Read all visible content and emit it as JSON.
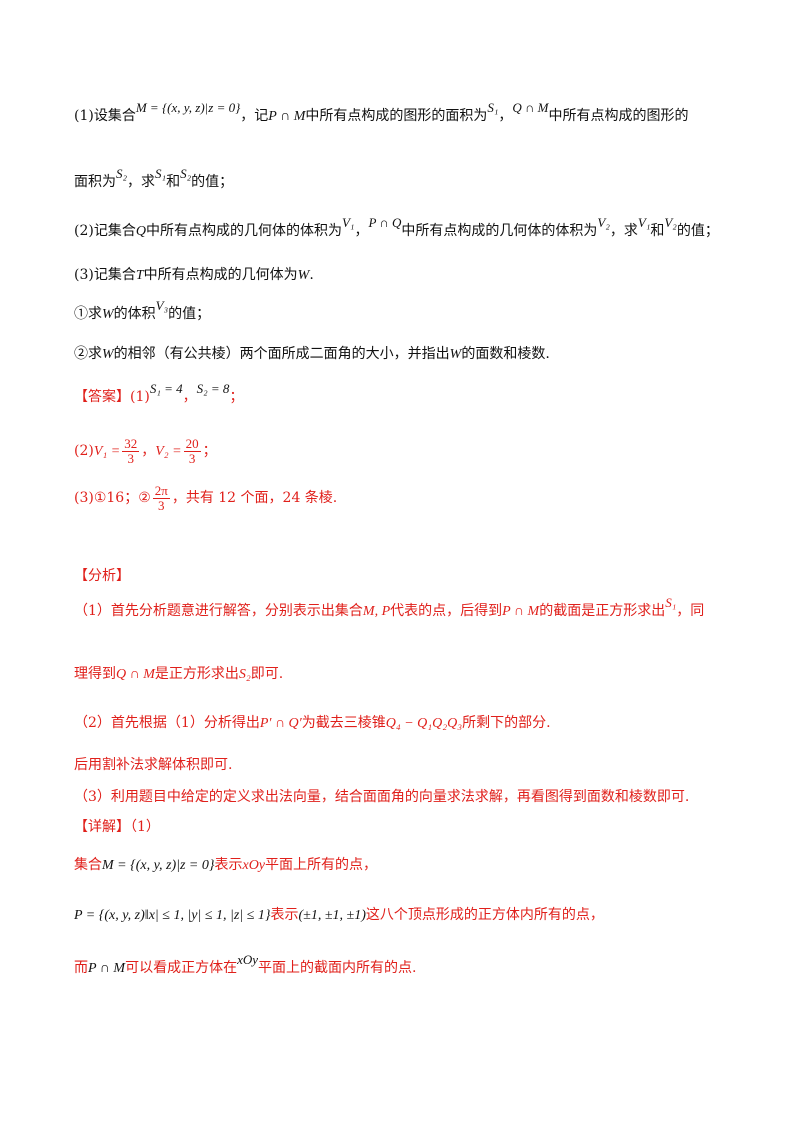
{
  "paper": {
    "q1_line1": {
      "a": "(1)设集合",
      "set_M": "M = {(x, y, z)|z = 0}",
      "b": "，记",
      "PcapM": "P ∩ M",
      "c": "中所有点构成的图形的面积为",
      "S1": "S₁",
      "d": "，",
      "QcapM": "Q ∩ M",
      "e": "中所有点构成的图形的"
    },
    "q1_line2": {
      "a": "面积为",
      "S2": "S₂",
      "b": "，求",
      "S1": "S₁",
      "c": "和",
      "S2b": "S₂",
      "d": "的值；"
    },
    "q2_line": {
      "a": "(2)记集合",
      "Q": "Q",
      "b": "中所有点构成的几何体的体积为",
      "V1": "V₁",
      "c": "，",
      "PcapQ": "P ∩ Q",
      "d": "中所有点构成的几何体的体积为",
      "V2": "V₂",
      "e": "，求",
      "V1b": "V₁",
      "f": "和",
      "V2b": "V₂",
      "g": "的值；"
    },
    "q3_line": {
      "a": "(3)记集合",
      "T": "T",
      "b": "中所有点构成的几何体为",
      "W": "W",
      "c": "."
    },
    "q3_sub1": {
      "a": "①求",
      "W": "W",
      "b": "的体积",
      "V3": "V₃",
      "c": "的值；"
    },
    "q3_sub2": {
      "a": "②求",
      "W": "W",
      "b": "的相邻（有公共棱）两个面所成二面角的大小，并指出",
      "W2": "W",
      "c": "的面数和棱数."
    },
    "answer": {
      "tag": "【答案】",
      "p1": "(1)",
      "S1eq": "S₁ = 4",
      "comma": "，",
      "S2eq": "S₂ = 8",
      "semi": "；",
      "p2": "(2)",
      "V1": "V₁ =",
      "V1_num": "32",
      "V1_den": "3",
      "comma2": "，",
      "V2": "V₂ =",
      "V2_num": "20",
      "V2_den": "3",
      "semi2": "；",
      "p3": "(3)①16；②",
      "ang_num": "2π",
      "ang_den": "3",
      "p3_tail": "，共有 12 个面，24 条棱."
    },
    "analysis": {
      "tag": "【分析】",
      "l1_a": "（1）首先分析题意进行解答，分别表示出集合",
      "l1_MP": "M, P",
      "l1_b": "代表的点，后得到",
      "l1_PcapM": "P ∩ M",
      "l1_c": "的截面是正方形求出",
      "l1_S1": "S₁",
      "l1_d": "，同",
      "l2_a": "理得到",
      "l2_QcapM": "Q ∩ M",
      "l2_b": "是正方形求出",
      "l2_S2": "S₂",
      "l2_c": "即可.",
      "l3_a": "（2）首先根据（1）分析得出",
      "l3_PQ": "P′ ∩ Q′",
      "l3_b": "为截去三棱锥",
      "l3_pyr": "Q₄ − Q₁Q₂Q₃",
      "l3_c": "所剩下的部分.",
      "l4": "后用割补法求解体积即可.",
      "l5": "（3）利用题目中给定的定义求出法向量，结合面面角的向量求法求解，再看图得到面数和棱数即可."
    },
    "detail": {
      "tag": "【详解】",
      "tag_tail": "（1）",
      "l1_a": "集合",
      "l1_M": "M = {(x, y, z)|z = 0}",
      "l1_b": "表示",
      "l1_xOy": "xOy",
      "l1_c": "平面上所有的点，",
      "l2_P": "P = {(x, y, z)‖x| ≤ 1, |y| ≤ 1, |z| ≤ 1}",
      "l2_b": "表示",
      "l2_pts": "(±1, ±1, ±1)",
      "l2_c": "这八个顶点形成的正方体内所有的点，",
      "l3_a": "而",
      "l3_PcapM": "P ∩ M",
      "l3_b": "可以看成正方体在",
      "l3_xOy": "xOy",
      "l3_c": "平面上的截面内所有的点."
    }
  },
  "colors": {
    "text": "#111111",
    "red": "#e0201b"
  }
}
